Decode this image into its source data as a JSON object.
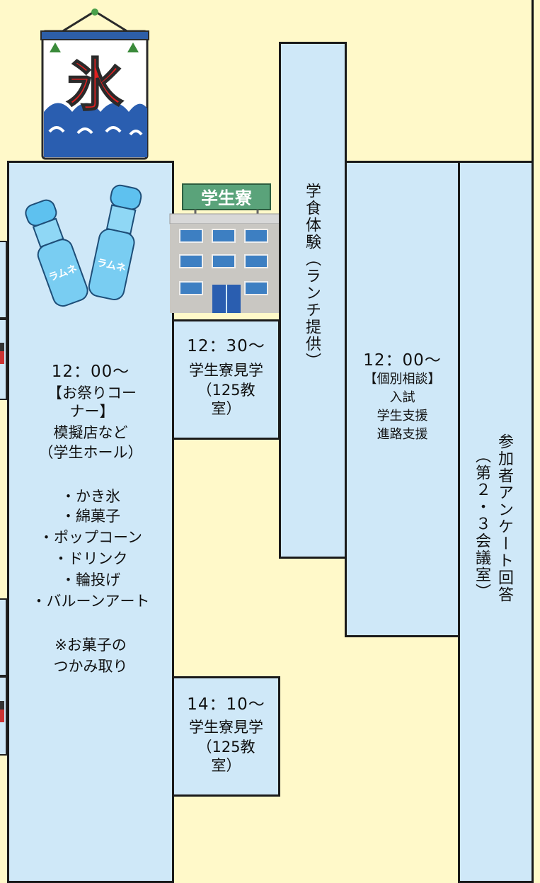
{
  "matsuri": {
    "time": "12：00～",
    "title": "【お祭りコーナー】",
    "subtitle": "模擬店など",
    "location": "（学生ホール）",
    "items": [
      "・かき氷",
      "・綿菓子",
      "・ポップコーン",
      "・ドリンク",
      "・輪投げ",
      "・バルーンアート"
    ],
    "note_line1": "※お菓子の",
    "note_line2": "つかみ取り"
  },
  "dorm_tour_1": {
    "time": "12：30～",
    "title": "学生寮見学",
    "room": "（125教室）"
  },
  "dorm_tour_2": {
    "time": "14：10～",
    "title": "学生寮見学",
    "room": "（125教室）"
  },
  "lunch": {
    "label": "学食体験（ランチ提供）"
  },
  "consult": {
    "time": "12：00～",
    "title": "【個別相談】",
    "items": [
      "入試",
      "学生支援",
      "進路支援"
    ]
  },
  "survey": {
    "title": "参加者アンケート回答",
    "location": "（第２・３会議室）"
  },
  "icons": {
    "kakigori_banner": "kakigori-flag-icon",
    "kakigori_char": "氷",
    "ramune": "ramune-bottles-icon",
    "ramune_label": "ラムネ",
    "dorm": "dormitory-building-icon",
    "dorm_sign": "学生寮"
  }
}
